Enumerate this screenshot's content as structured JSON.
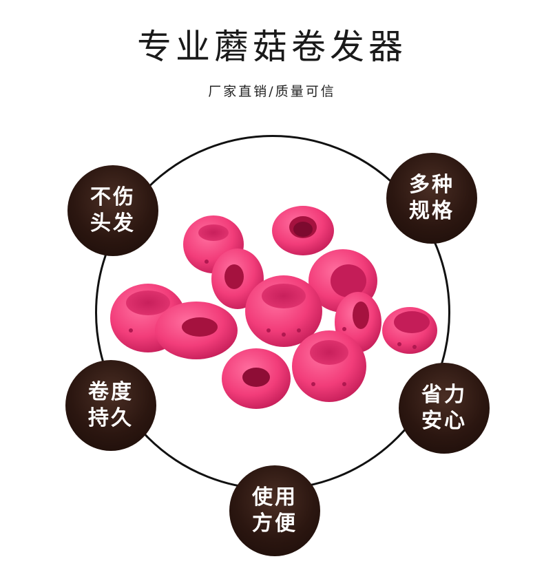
{
  "header": {
    "title": "专业蘑菇卷发器",
    "subtitle": "厂家直销/质量可信"
  },
  "features": [
    {
      "line1": "不伤",
      "line2": "头发"
    },
    {
      "line1": "多种",
      "line2": "规格"
    },
    {
      "line1": "卷度",
      "line2": "持久"
    },
    {
      "line1": "省力",
      "line2": "安心"
    },
    {
      "line1": "使用",
      "line2": "方便"
    }
  ],
  "colors": {
    "product_pink": "#f23d7a",
    "product_shadow": "#c41d58",
    "badge_brown": "#2b1610"
  }
}
